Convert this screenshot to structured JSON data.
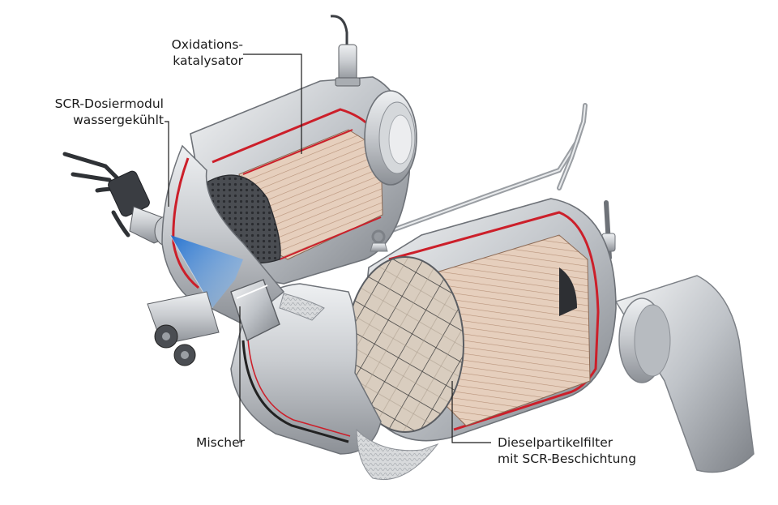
{
  "labels": {
    "oxidation_catalyst": {
      "line1": "Oxidations-",
      "line2": "katalysator"
    },
    "scr_dosing_module": {
      "line1": "SCR-Dosiermodul",
      "line2": "wassergekühlt"
    },
    "mixer": {
      "line1": "Mischer"
    },
    "dpf": {
      "line1": "Dieselpartikelfilter",
      "line2": "mit SCR-Beschichtung"
    }
  },
  "colors": {
    "background": "#ffffff",
    "steel": "#c9ccd0",
    "steel_dark": "#8c9096",
    "substrate": "#e2c9b6",
    "substrate_line": "#b8927a",
    "coating": "#cc1f2a",
    "injector_spray": "#2f86e0",
    "leader_line": "#1a1a1a"
  }
}
